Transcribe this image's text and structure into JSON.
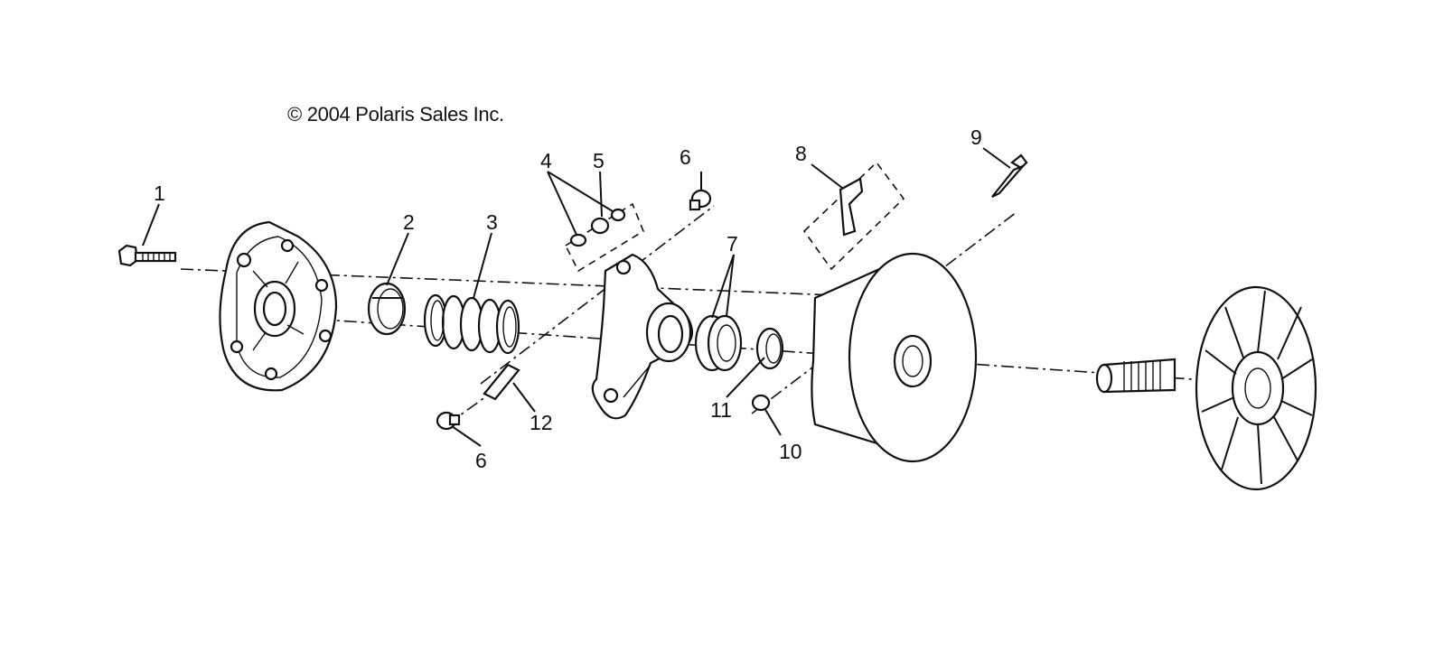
{
  "diagram": {
    "copyright": "© 2004 Polaris Sales Inc.",
    "callouts": [
      {
        "id": "c1",
        "label": "1"
      },
      {
        "id": "c2",
        "label": "2"
      },
      {
        "id": "c3",
        "label": "3"
      },
      {
        "id": "c4",
        "label": "4"
      },
      {
        "id": "c5",
        "label": "5"
      },
      {
        "id": "c6a",
        "label": "6"
      },
      {
        "id": "c6b",
        "label": "6"
      },
      {
        "id": "c7",
        "label": "7"
      },
      {
        "id": "c8",
        "label": "8"
      },
      {
        "id": "c9",
        "label": "9"
      },
      {
        "id": "c10",
        "label": "10"
      },
      {
        "id": "c11",
        "label": "11"
      },
      {
        "id": "c12",
        "label": "12"
      }
    ]
  }
}
